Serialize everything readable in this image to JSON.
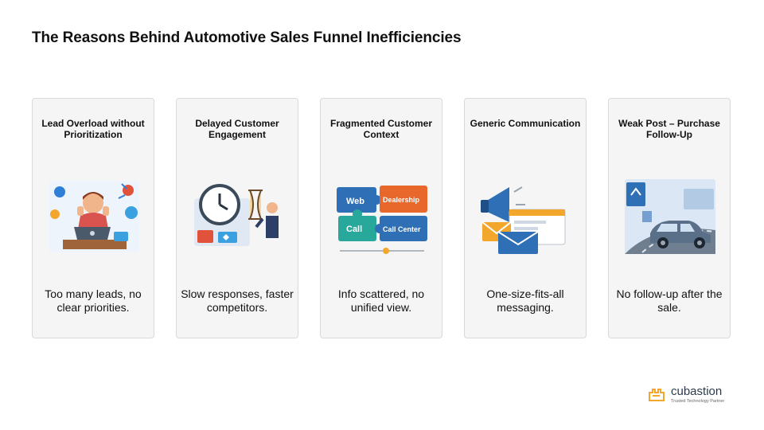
{
  "slide": {
    "title": "The Reasons Behind Automotive Sales Funnel Inefficiencies"
  },
  "cards": [
    {
      "title": "Lead Overload without Prioritization",
      "description": "Too many leads, no clear priorities.",
      "icon": "overwhelmed-person-laptop-illustration"
    },
    {
      "title": "Delayed Customer Engagement",
      "description": "Slow responses, faster competitors.",
      "icon": "clock-hourglass-illustration"
    },
    {
      "title": "Fragmented Customer Context",
      "description": "Info scattered, no unified view.",
      "icon": "puzzle-pieces-illustration",
      "puzzle_labels": [
        "Web",
        "Dealership",
        "Call",
        "Call Center"
      ]
    },
    {
      "title": "Generic Communication",
      "description": "One-size-fits-all messaging.",
      "icon": "megaphone-envelope-illustration"
    },
    {
      "title": "Weak Post – Purchase Follow-Up",
      "description": "No follow-up after the sale.",
      "icon": "car-road-illustration"
    }
  ],
  "logo": {
    "name": "cubastion",
    "tagline": "Trusted Technology Partner"
  },
  "colors": {
    "card_bg": "#f5f5f5",
    "card_border": "#d9d9d9",
    "logo_orange": "#f2a62b",
    "logo_text": "#2b3a4a"
  }
}
